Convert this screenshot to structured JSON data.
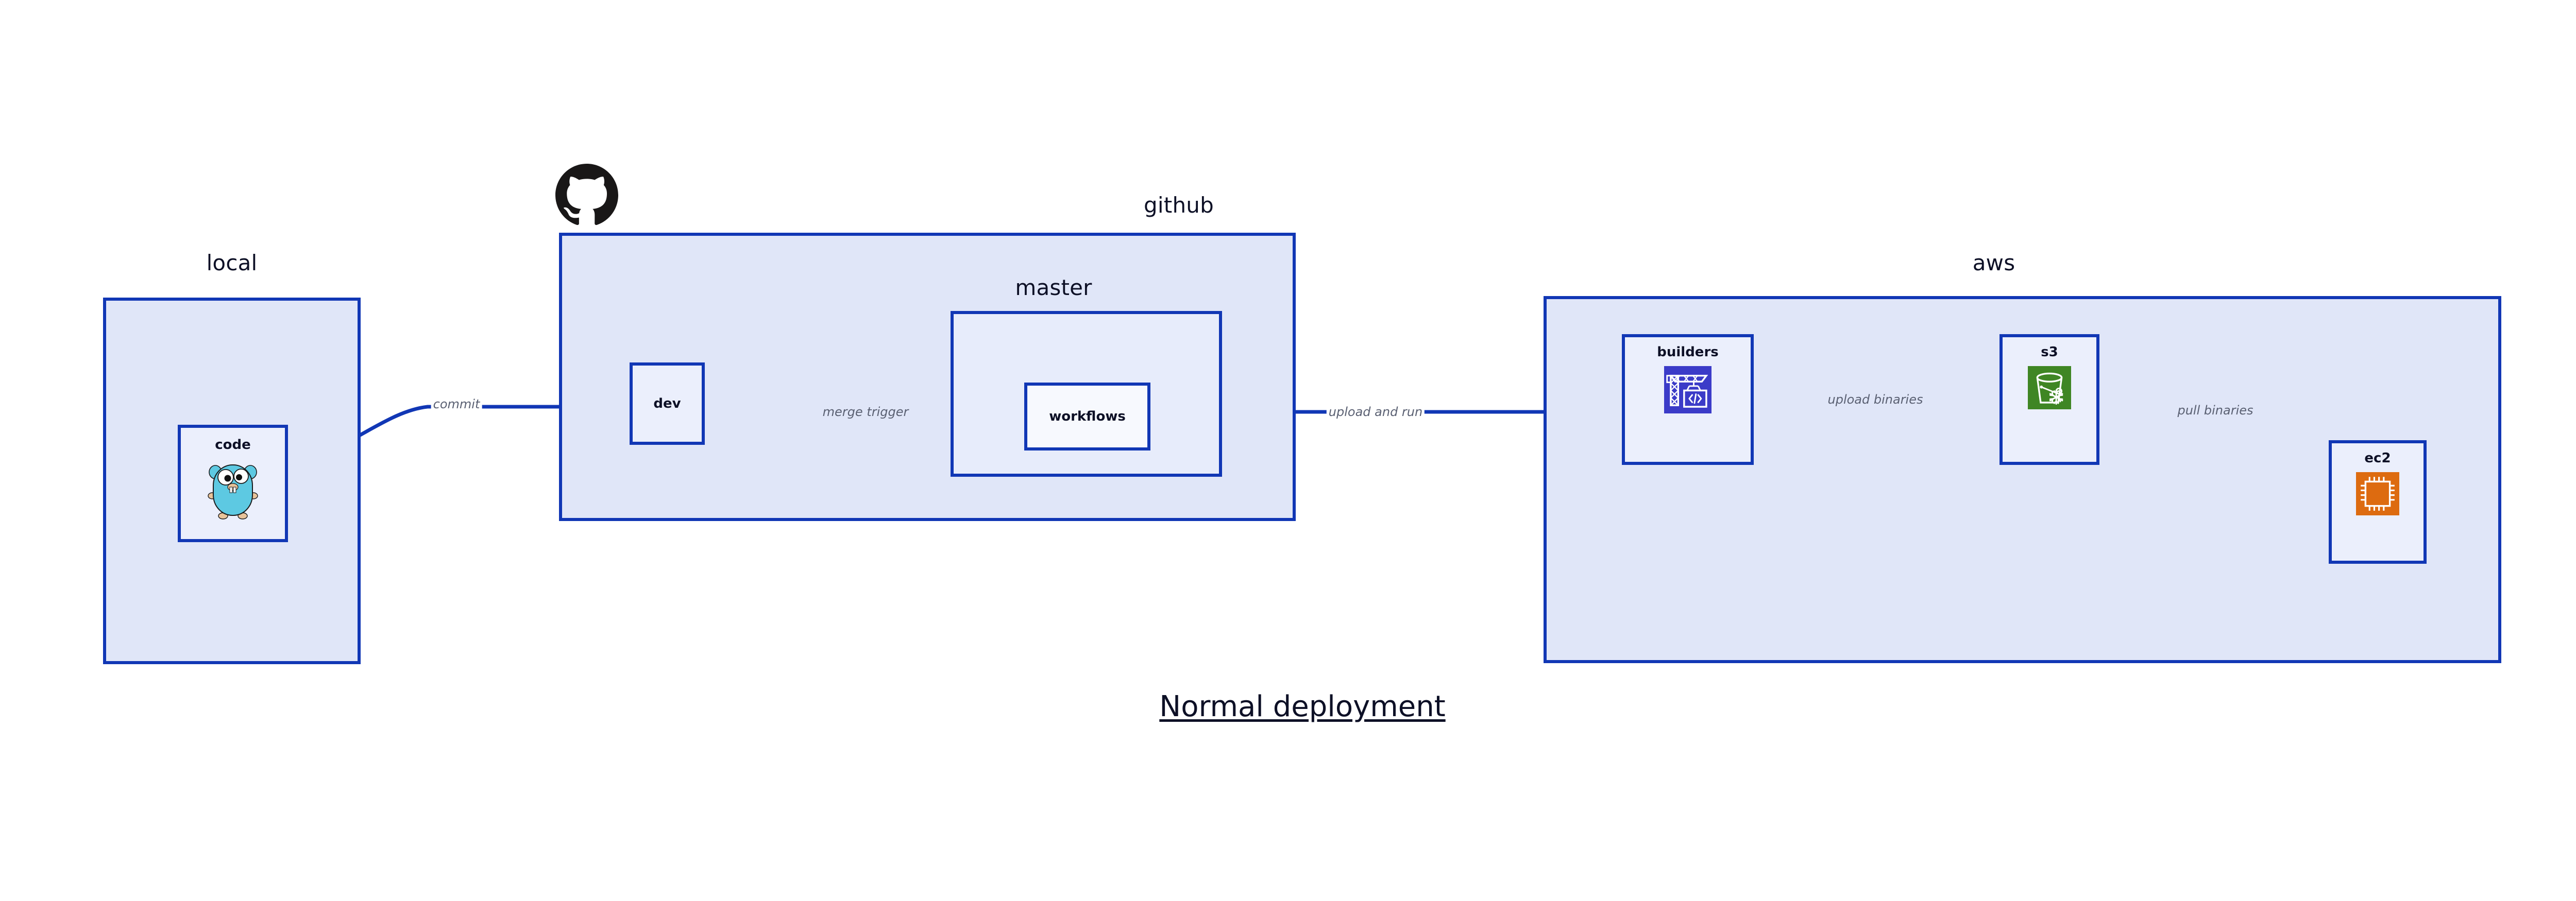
{
  "diagram": {
    "caption": "Normal deployment",
    "accent_color": "#1137B5",
    "group_fill": "#E0E6F8",
    "node_fill": "#EBEFFC",
    "label_color": "#5A6072",
    "text_color": "#0D1026"
  },
  "groups": [
    {
      "id": "local",
      "title": "local"
    },
    {
      "id": "github",
      "title": "github"
    },
    {
      "id": "master",
      "title": "master"
    },
    {
      "id": "aws",
      "title": "aws"
    }
  ],
  "nodes": [
    {
      "id": "code",
      "label": "code",
      "icon": "go-gopher-icon",
      "icon_color": "#5DC9E2"
    },
    {
      "id": "dev",
      "label": "dev",
      "icon": "none",
      "icon_color": ""
    },
    {
      "id": "workflows",
      "label": "workflows",
      "icon": "none",
      "icon_color": ""
    },
    {
      "id": "builders",
      "label": "builders",
      "icon": "aws-codebuild-icon",
      "icon_color": "#3B3BC8"
    },
    {
      "id": "s3",
      "label": "s3",
      "icon": "aws-s3-icon",
      "icon_color": "#3F8624"
    },
    {
      "id": "ec2",
      "label": "ec2",
      "icon": "aws-ec2-icon",
      "icon_color": "#DD6B10"
    }
  ],
  "edges": [
    {
      "id": "commit",
      "label": "commit",
      "from": "code",
      "to": "dev"
    },
    {
      "id": "merge-trigger",
      "label": "merge trigger",
      "from": "dev",
      "to": "workflows"
    },
    {
      "id": "upload-and-run",
      "label": "upload and run",
      "from": "workflows",
      "to": "builders"
    },
    {
      "id": "upload-binaries",
      "label": "upload binaries",
      "from": "builders",
      "to": "s3"
    },
    {
      "id": "pull-binaries",
      "label": "pull binaries",
      "from": "s3",
      "to": "ec2"
    }
  ],
  "logos": [
    {
      "id": "github-logo",
      "name": "github-octocat-logo",
      "color": "#191717"
    }
  ]
}
